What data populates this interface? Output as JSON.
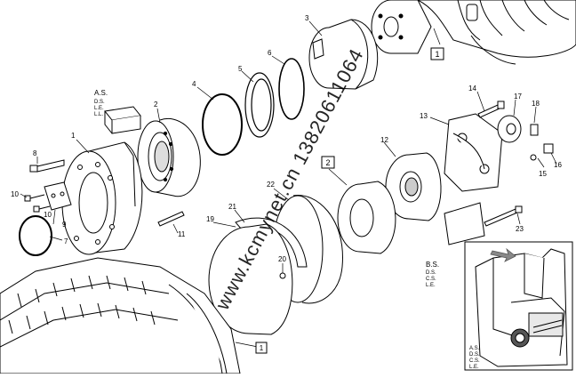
{
  "callouts": {
    "n1": "1",
    "n2": "2",
    "n3": "3",
    "n4": "4",
    "n5": "5",
    "n6": "6",
    "n7": "7",
    "n8": "8",
    "n9": "9",
    "n10a": "10",
    "n10b": "10",
    "n11": "11",
    "n12": "12",
    "n13": "13",
    "n14": "14",
    "n15": "15",
    "n16": "16",
    "n17": "17",
    "n18": "18",
    "n19": "19",
    "n20": "20",
    "n21": "21",
    "n22": "22",
    "n23": "23",
    "n1b": "1"
  },
  "boxed_labels": {
    "box1_top": "1",
    "box2": "2"
  },
  "side_labels": {
    "as_title": "A.S.",
    "as_lines": [
      "D.S.",
      "L.E.",
      "L.L."
    ],
    "bs_title": "B.S.",
    "bs_lines": [
      "D.S.",
      "C.S.",
      "L.E."
    ],
    "inset_lines": [
      "A.S.",
      "D.S.",
      "C.S.",
      "L.E."
    ]
  },
  "watermark": "www.kcmynet.cn 13820611064"
}
